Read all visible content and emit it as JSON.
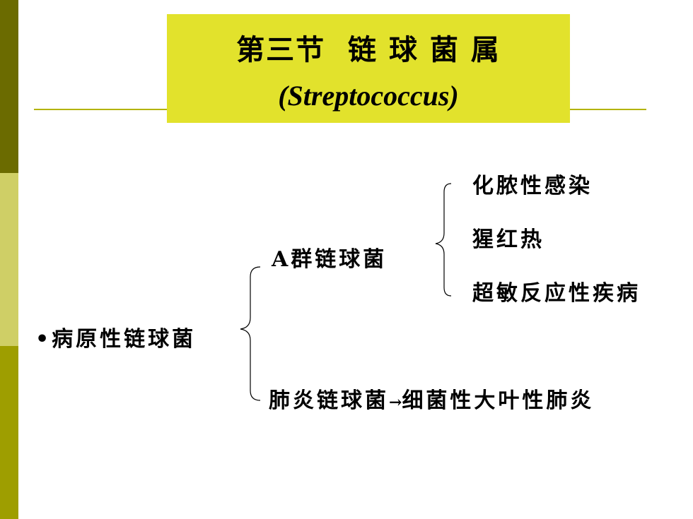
{
  "title": {
    "chinese": "第三节  链 球 菌 属",
    "latin": "(Streptococcus)"
  },
  "tree": {
    "root": "•病原性链球菌",
    "group_a": {
      "label": "A群链球菌",
      "children": [
        "化脓性感染",
        "猩红热",
        "超敏反应性疾病"
      ]
    },
    "pneumoniae": {
      "label": "肺炎链球菌",
      "arrow": "→",
      "result": "细菌性大叶性肺炎"
    }
  },
  "colors": {
    "title_bg": "#e2e22c",
    "rule": "#b3b300",
    "bar_top": "#6b6b00",
    "bar_middle": "#cfcf66",
    "bar_bottom": "#9e9e00"
  }
}
